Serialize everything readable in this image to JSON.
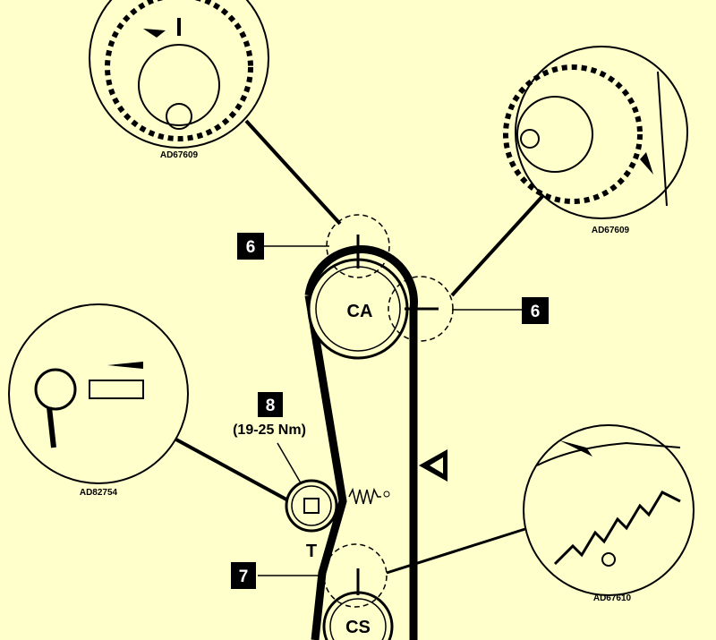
{
  "details": {
    "top_left": {
      "code": "AD67609"
    },
    "top_right": {
      "code": "AD67609"
    },
    "left": {
      "code": "AD82754"
    },
    "bottom_right": {
      "code": "AD67610"
    }
  },
  "pulleys": {
    "camshaft": "CA",
    "tensioner": "T",
    "crankshaft": "CS"
  },
  "callouts": {
    "step_6_top": "6",
    "step_6_right": "6",
    "step_8": "8",
    "torque": "(19-25 Nm)",
    "step_7": "7"
  },
  "colors": {
    "background": "#ffffcc",
    "ink": "#000000"
  }
}
